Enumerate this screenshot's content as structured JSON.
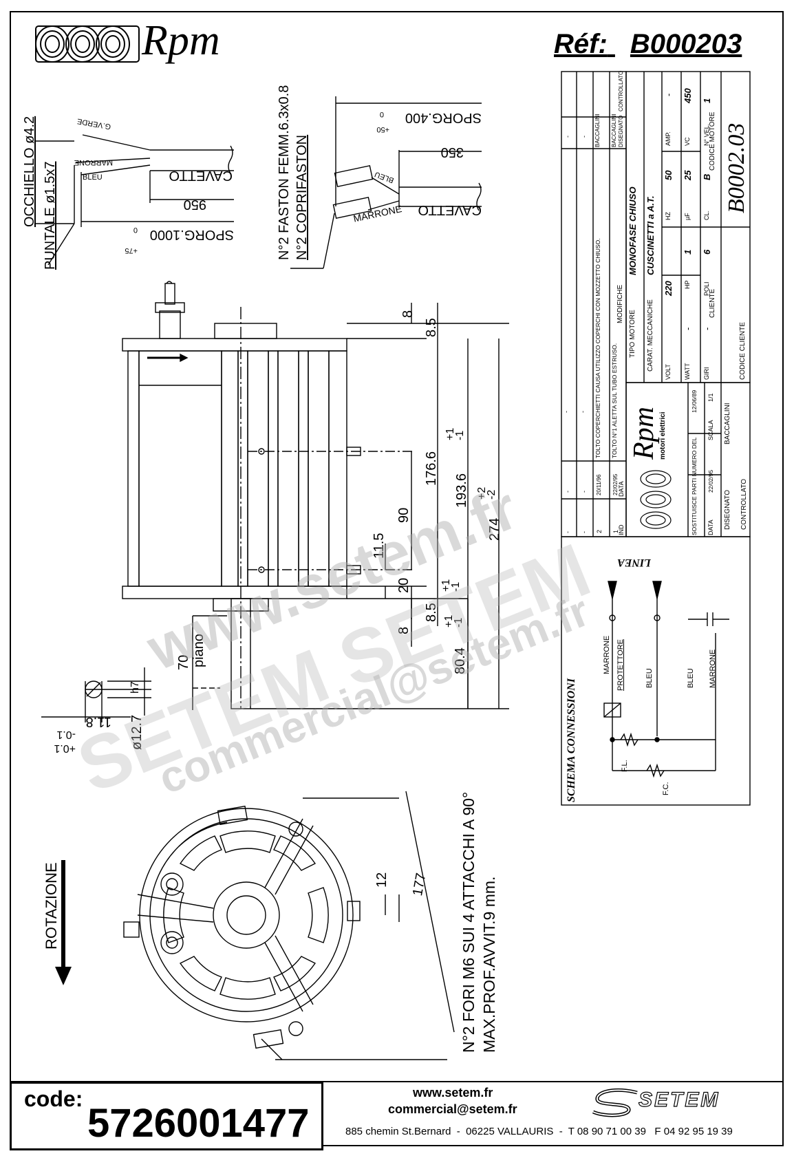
{
  "header": {
    "brand": "Rpm",
    "ref_label": "Réf:",
    "ref_code": "B000203"
  },
  "cable1": {
    "occhiello": "OCCHIELLO ø4.2",
    "puntale": "PUNTALE ø1.5x7",
    "gverde": "G.VERDE",
    "marrone": "MARRONE",
    "bleu": "BLEU",
    "cavetto": "CAVETTO",
    "len950": "950",
    "sporg": "SPORG.1000",
    "tol_low": "0",
    "tol_high": "+75"
  },
  "cable2": {
    "faston": "N°2 FASTON FEMM.6.3x0.8",
    "coprifaston": "N°2 COPRIFASTON",
    "bleu": "BLEU",
    "marrone": "MARRONE",
    "cavetto": "CAVETTO",
    "len350": "350",
    "sporg": "SPORG.400",
    "tol_low": "0",
    "tol_high": "+50"
  },
  "side_view": {
    "d8_top": "8",
    "d85_top": "8.5",
    "d176": "176.6",
    "d193": "193.6",
    "d193_tol_plus": "+1",
    "d193_tol_minus": "-1",
    "d274": "274",
    "d274_tol_plus": "+2",
    "d274_tol_minus": "-2",
    "d90": "90",
    "d115": "11.5",
    "d20": "20",
    "d85_bot": "8.5",
    "d85_tol_plus": "+1",
    "d85_tol_minus": "-1",
    "d8_bot": "8",
    "d804": "80.4",
    "d804_tol_plus": "+1",
    "d804_tol_minus": "-1",
    "d70": "70",
    "piano": "piano",
    "h7": "h7",
    "d127": "ø12.7",
    "d118": "11.8",
    "d118_tol1": "-0.1",
    "d118_tol2": "+0.1"
  },
  "front_view": {
    "rotazione": "ROTAZIONE",
    "d177": "177",
    "d12": "12",
    "note1": "N°2 FORI M6 SUI 4 ATTACCHI A 90°",
    "note2": "MAX.PROF.AVVIT.9 mm."
  },
  "title_block": {
    "mod_rows": [
      {
        "ind": "-",
        "date": "-",
        "desc": "-",
        "by": "-",
        "chk": ""
      },
      {
        "ind": "-",
        "date": "-",
        "desc": "-",
        "by": "-",
        "chk": ""
      },
      {
        "ind": "2",
        "date": "20/11/96",
        "desc": "TOLTO COPERCHIETTI CAUSA UTILIZZO COPERCHI CON MOZZETTO CHIUSO.",
        "by": "BACCAGLINI",
        "chk": ""
      },
      {
        "ind": "1",
        "date": "22/02/95",
        "desc": "TOLTO N°1 ALETTA SUL TUBO ESTRUSO.",
        "by": "BACCAGLINI",
        "chk": ""
      }
    ],
    "col_ind": "IND",
    "col_data": "DATA",
    "col_modifiche": "MODIFICHE",
    "col_disegnato": "DISEGNATO",
    "col_controllato": "CONTROLLATO",
    "rpm_logo": "Rpm",
    "rpm_sub": "motori elettrici",
    "tipo_motore_label": "TIPO MOTORE",
    "tipo_motore": "MONOFASE CHIUSO",
    "carat_label": "CARAT. MECCANICHE",
    "carat": "CUSCINETTI a A.T.",
    "volt_label": "VOLT",
    "volt": "220",
    "hz_label": "HZ",
    "hz": "50",
    "amp_label": "AMP.",
    "amp": "-",
    "watt_label": "WATT",
    "watt": "-",
    "hp_label": "HP",
    "hp": "1",
    "uf_label": "µF",
    "uf": "25",
    "vc_label": "VC",
    "vc": "450",
    "giri_label": "GIRI",
    "giri": "-",
    "poli_label": "POLI",
    "poli": "6",
    "cl_label": "CL.",
    "cl": "B",
    "nvel_label": "N° VEL.",
    "nvel": "1",
    "sost_label": "SOSTITUISCE PARTI NUMERO DEL",
    "sost_date": "12/06/89",
    "data_label": "DATA",
    "data": "22/02/95",
    "scala_label": "SCALA",
    "scala": "1/1",
    "disegnato_label": "DISEGNATO",
    "disegnato": "BACCAGLINI",
    "controllato_label": "CONTROLLATO",
    "cliente_label": "CLIENTE",
    "codice_cliente_label": "CODICE CLIENTE",
    "codice_motore_label": "CODICE MOTORE",
    "codice_motore": "B0002.03"
  },
  "schema": {
    "title": "SCHEMA CONNESSIONI",
    "linea": "LINEA",
    "marrone1": "MARRONE",
    "protettore": "PROTETTORE",
    "bleu1": "BLEU",
    "bleu2": "BLEU",
    "marrone2": "MARRONE",
    "fl": "F.L.",
    "fc": "F.C."
  },
  "watermark": {
    "line1": "www.setem.fr",
    "line2": "SETEM SETEM",
    "line3": "commercial@setem.fr"
  },
  "footer": {
    "code_label": "code:",
    "code_value": "5726001477",
    "web": "www.setem.fr",
    "email": "commercial@setem.fr",
    "address": "885 chemin St.Bernard  -  06225 VALLAURIS  -  T 08 90 71 00 39   F 04 92 95 19 39",
    "setem_logo": "SETEM"
  }
}
